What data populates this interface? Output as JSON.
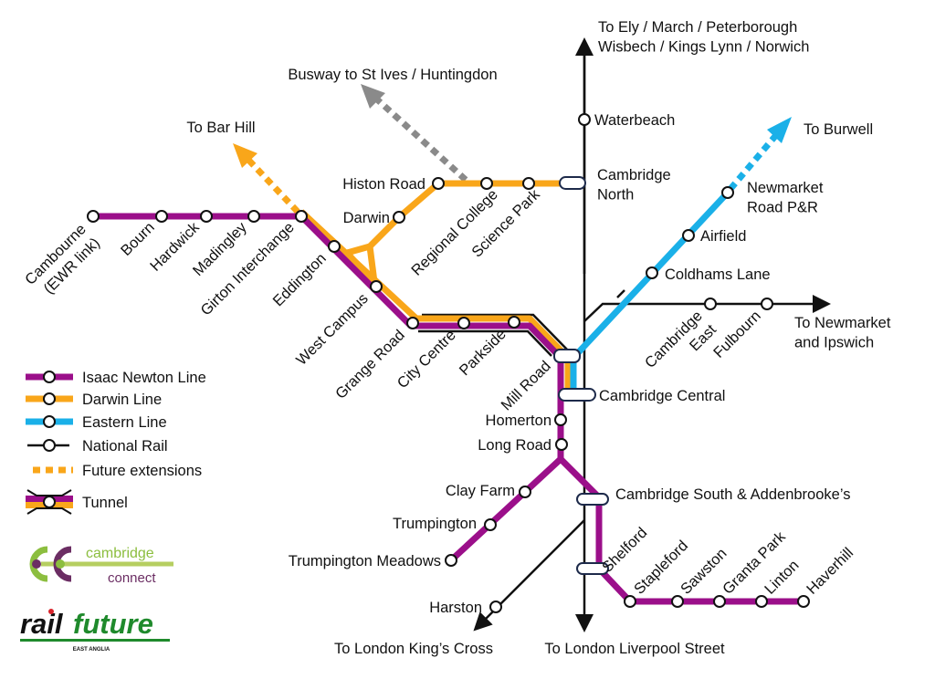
{
  "title": "Cambridge Connect light rail map",
  "colors": {
    "isaac_newton": "#9b0f8a",
    "darwin": "#f9a61a",
    "eastern": "#1ab0e8",
    "national_rail": "#111111",
    "busway": "#8a8a8a"
  },
  "destinations": {
    "ely": [
      "To Ely / March / Peterborough",
      "Wisbech / Kings Lynn / Norwich"
    ],
    "busway": "Busway to St Ives / Huntingdon",
    "bar_hill": "To Bar Hill",
    "burwell": "To Burwell",
    "newmarket": [
      "To Newmarket",
      "and Ipswich"
    ],
    "kings_cross": "To London King’s Cross",
    "liverpool_street": "To London Liverpool Street"
  },
  "stations": {
    "cambourne": [
      "Cambourne",
      "(EWR link)"
    ],
    "bourn": "Bourn",
    "hardwick": "Hardwick",
    "madingley": "Madingley",
    "girton": "Girton Interchange",
    "eddington": "Eddington",
    "west_campus": "West Campus",
    "grange_road": "Grange Road",
    "city_centre": "City Centre",
    "parkside": "Parkside",
    "mill_road": "Mill Road",
    "darwin": "Darwin",
    "histon_road": "Histon Road",
    "regional_college": "Regional College",
    "science_park": "Science Park",
    "cambridge_north": [
      "Cambridge",
      "North"
    ],
    "waterbeach": "Waterbeach",
    "newmarket_road": [
      "Newmarket",
      "Road P&R"
    ],
    "airfield": "Airfield",
    "coldhams_lane": "Coldhams Lane",
    "cambridge_east": [
      "Cambridge",
      "East"
    ],
    "fulbourn": "Fulbourn",
    "cambridge_central": "Cambridge Central",
    "homerton": "Homerton",
    "long_road": "Long Road",
    "clay_farm": "Clay Farm",
    "trumpington": "Trumpington",
    "trumpington_meadows": "Trumpington Meadows",
    "harston": "Harston",
    "cambridge_south": "Cambridge South & Addenbrooke’s",
    "shelford": "Shelford",
    "stapleford": "Stapleford",
    "sawston": "Sawston",
    "granta_park": "Granta Park",
    "linton": "Linton",
    "haverhill": "Haverhill"
  },
  "legend": {
    "isaac_newton": "Isaac Newton Line",
    "darwin": "Darwin Line",
    "eastern": "Eastern Line",
    "national_rail": "National Rail",
    "future": "Future extensions",
    "tunnel": "Tunnel"
  },
  "logos": {
    "cambridge_connect": [
      "cambridge",
      "connect"
    ],
    "railfuture": [
      "rail",
      "future"
    ],
    "railfuture_region": "EAST ANGLIA"
  }
}
